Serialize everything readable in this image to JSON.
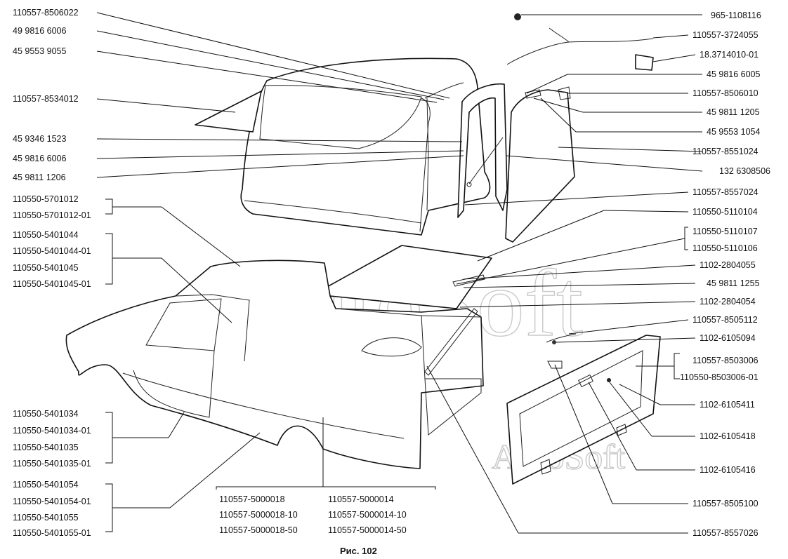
{
  "caption": "Рис. 102",
  "watermark": {
    "main": "AutoSoft",
    "small": "AutoSoft"
  },
  "labels": {
    "l_8506022": "110557-8506022",
    "l_9816_6006_top": "49 9816 6006",
    "l_9553_9055": "45 9553 9055",
    "l_8534012": "110557-8534012",
    "l_9346_1523": "45 9346 1523",
    "l_9816_6006": "45 9816 6006",
    "l_9811_1206": "45 9811 1206",
    "l_5701012": "110550-5701012",
    "l_5701012_01": "110550-5701012-01",
    "l_5401044": "110550-5401044",
    "l_5401044_01": "110550-5401044-01",
    "l_5401045": "110550-5401045",
    "l_5401045_01": "110550-5401045-01",
    "l_5401034": "110550-5401034",
    "l_5401034_01": "110550-5401034-01",
    "l_5401035": "110550-5401035",
    "l_5401035_01": "110550-5401035-01",
    "l_5401054": "110550-5401054",
    "l_5401054_01": "110550-5401054-01",
    "l_5401055": "110550-5401055",
    "l_5401055_01": "110550-5401055-01",
    "l_5000018": "110557-5000018",
    "l_5000018_10": "110557-5000018-10",
    "l_5000018_50": "110557-5000018-50",
    "l_5000014": "110557-5000014",
    "l_5000014_10": "110557-5000014-10",
    "l_5000014_50": "110557-5000014-50",
    "r_1108116": "965-1108116",
    "r_3724055": "110557-3724055",
    "r_3714010": "18.3714010-01",
    "r_9816_6005": "45 9816 6005",
    "r_8506010": "110557-8506010",
    "r_9811_1205": "45 9811 1205",
    "r_9553_1054": "45 9553 1054",
    "r_8551024": "110557-8551024",
    "r_6308506": "132 6308506",
    "r_8557024": "110557-8557024",
    "r_5110104": "110550-5110104",
    "r_5110107": "110550-5110107",
    "r_5110106": "110550-5110106",
    "r_2804055": "1102-2804055",
    "r_9811_1255": "45 9811 1255",
    "r_2804054": "1102-2804054",
    "r_8505112": "110557-8505112",
    "r_6105094": "1102-6105094",
    "r_8503006": "110557-8503006",
    "r_8503006_01": "110550-8503006-01",
    "r_6105411": "1102-6105411",
    "r_6105418": "1102-6105418",
    "r_6105416": "1102-6105416",
    "r_8505100": "110557-8505100",
    "r_8557026": "110557-8557026"
  }
}
